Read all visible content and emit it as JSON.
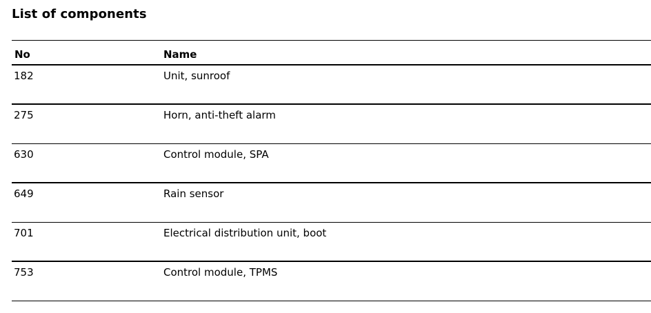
{
  "page": {
    "title": "List of components"
  },
  "table": {
    "headers": {
      "no": "No",
      "name": "Name"
    },
    "rows": [
      {
        "no": "182",
        "name": "Unit, sunroof"
      },
      {
        "no": "275",
        "name": "Horn, anti-theft alarm"
      },
      {
        "no": "630",
        "name": "Control module, SPA"
      },
      {
        "no": "649",
        "name": "Rain sensor"
      },
      {
        "no": "701",
        "name": "Electrical distribution unit, boot"
      },
      {
        "no": "753",
        "name": "Control module, TPMS"
      }
    ]
  }
}
